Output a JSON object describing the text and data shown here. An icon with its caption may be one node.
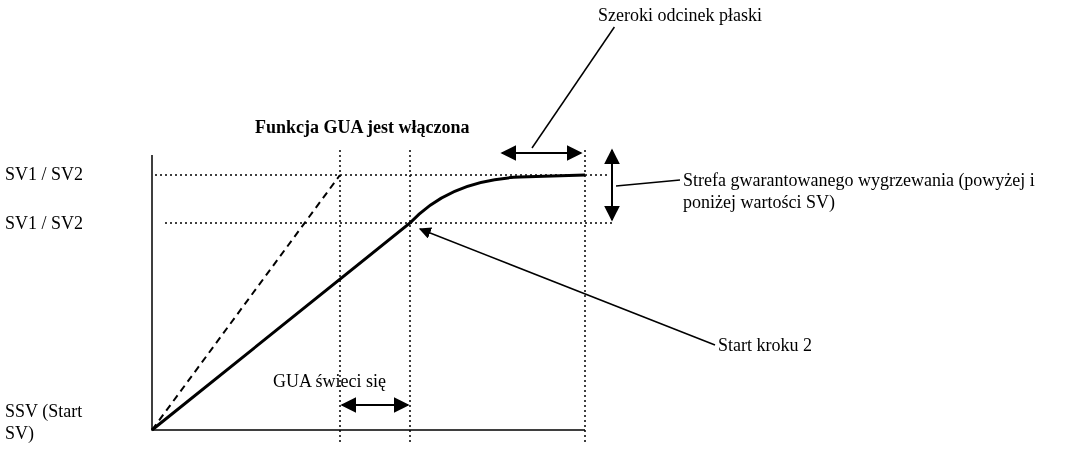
{
  "diagram": {
    "title": "Funkcja GUA jest włączona",
    "nodes": [
      {
        "text": [
          "Szeroki odcinek płaski"
        ]
      },
      {
        "text": [
          "Strefa gwarantowanego wygrzewania (powyżej i poniżej wartości SV)"
        ]
      },
      {
        "text": [
          "Start kroku 2"
        ]
      }
    ],
    "edges": [
      {
        "from": 0,
        "to": null,
        "arrow": "none"
      },
      {
        "from": 1,
        "to": null,
        "arrow": "none"
      },
      {
        "from": 2,
        "to": null,
        "arrow": "to"
      }
    ],
    "labels": [
      "SV1 / SV2",
      "SV1 / SV2",
      "GUA świeci się",
      "SSV (Start SV)"
    ]
  }
}
